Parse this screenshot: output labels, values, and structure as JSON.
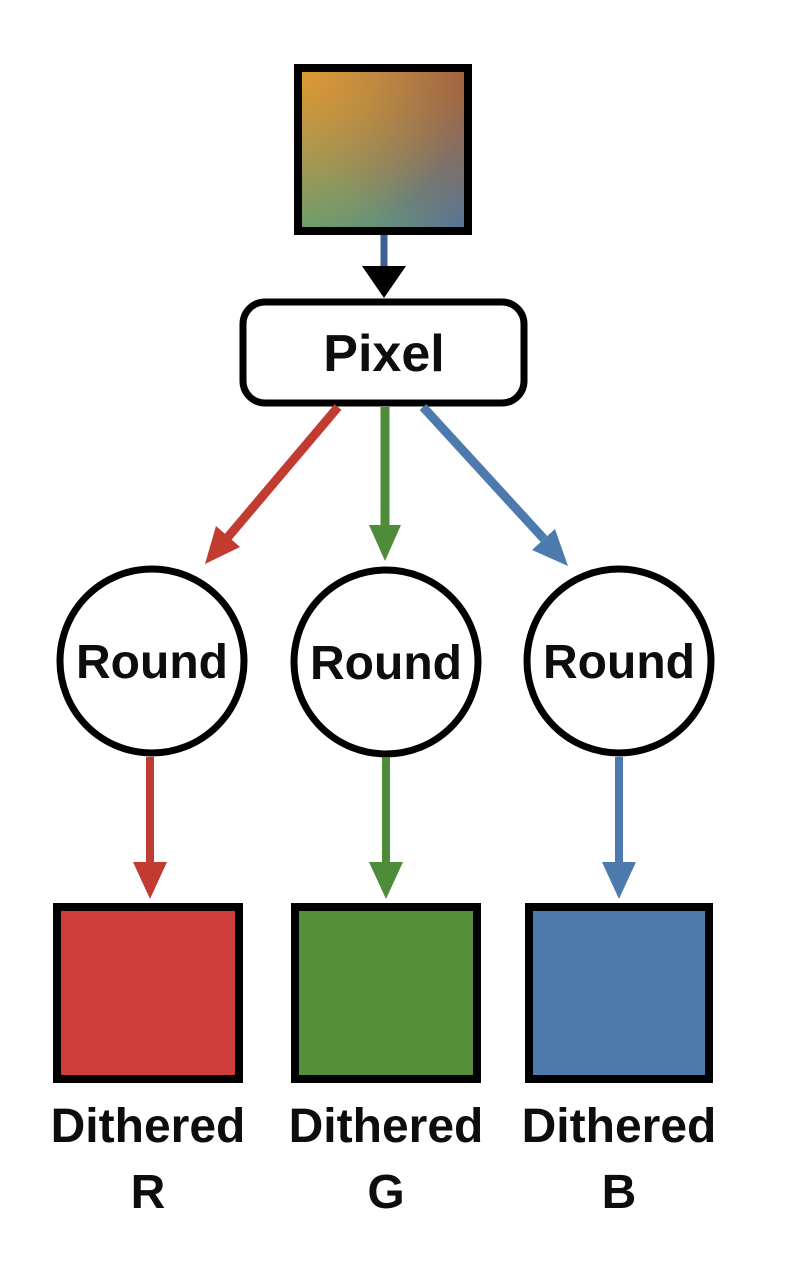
{
  "diagram": {
    "description_label": "RGB dithering flow diagram",
    "background": "#ffffff",
    "outline_color": "#000000",
    "text_color": "#0d0d0d",
    "source_image": {
      "kind": "gradient-swatch",
      "corner_colors": {
        "top_left": "#e59a2e",
        "top_right": "#9f5c3c",
        "bottom_left": "#61a06f",
        "bottom_right": "#4a72a8"
      },
      "center_blend": "#8c8a68"
    },
    "pixel_node": {
      "label": "Pixel",
      "fill": "#ffffff",
      "stroke": "#000000"
    },
    "round_nodes": [
      {
        "label": "Round",
        "channel": "R"
      },
      {
        "label": "Round",
        "channel": "G"
      },
      {
        "label": "Round",
        "channel": "B"
      }
    ],
    "output_nodes": [
      {
        "label_line1": "Dithered",
        "label_line2": "R",
        "fill": "#cf3e3a"
      },
      {
        "label_line1": "Dithered",
        "label_line2": "G",
        "fill": "#548e38"
      },
      {
        "label_line1": "Dithered",
        "label_line2": "B",
        "fill": "#4d79ab"
      }
    ],
    "arrows": {
      "input_to_pixel": {
        "line_color": "#3d5f93",
        "head_color": "#000000"
      },
      "red": "#c23b31",
      "green": "#4f8c39",
      "blue": "#4d7aac"
    }
  }
}
